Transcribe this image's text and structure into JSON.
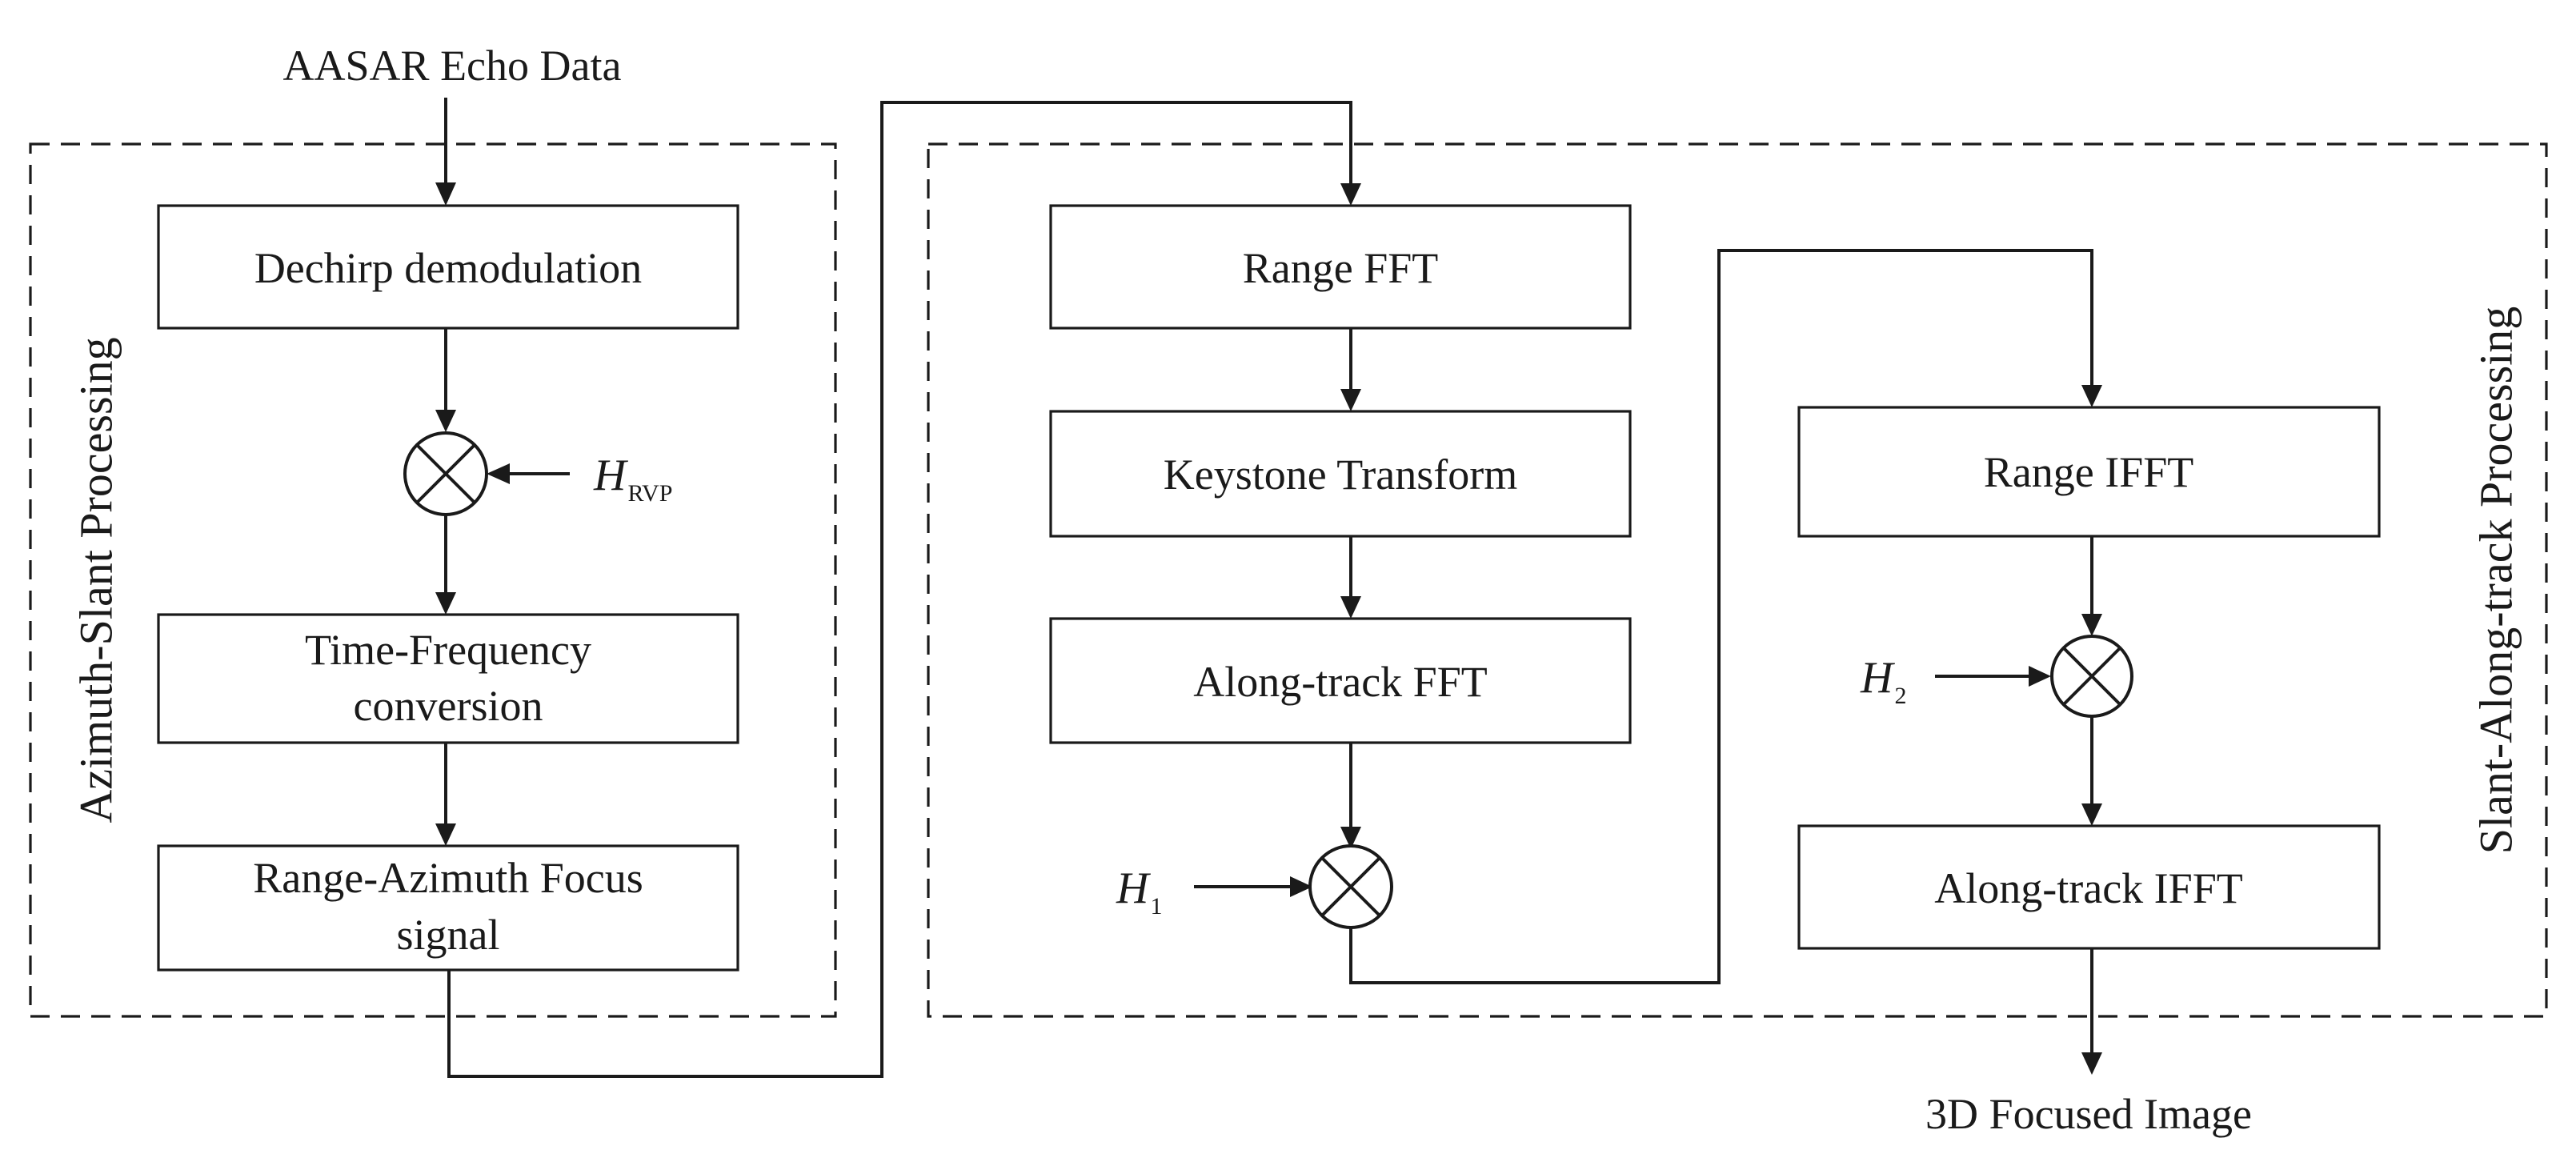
{
  "input_label": "AASAR Echo Data",
  "output_label": "3D Focused Image",
  "groups": {
    "left": {
      "label": "Azimuth-Slant Processing"
    },
    "right": {
      "label": "Slant-Along-track Processing"
    }
  },
  "blocks": {
    "dechirp": {
      "lines": [
        "Dechirp demodulation"
      ]
    },
    "time_freq": {
      "lines": [
        "Time-Frequency",
        "conversion"
      ]
    },
    "range_azimuth": {
      "lines": [
        "Range-Azimuth Focus",
        "signal"
      ]
    },
    "range_fft": {
      "lines": [
        "Range FFT"
      ]
    },
    "keystone": {
      "lines": [
        "Keystone Transform"
      ]
    },
    "along_fft": {
      "lines": [
        "Along-track FFT"
      ]
    },
    "range_ifft": {
      "lines": [
        "Range IFFT"
      ]
    },
    "along_ifft": {
      "lines": [
        "Along-track IFFT"
      ]
    }
  },
  "multipliers": {
    "rvp": {
      "symbol": "H",
      "subscript": "RVP"
    },
    "h1": {
      "symbol": "H",
      "subscript": "1"
    },
    "h2": {
      "symbol": "H",
      "subscript": "2"
    }
  }
}
